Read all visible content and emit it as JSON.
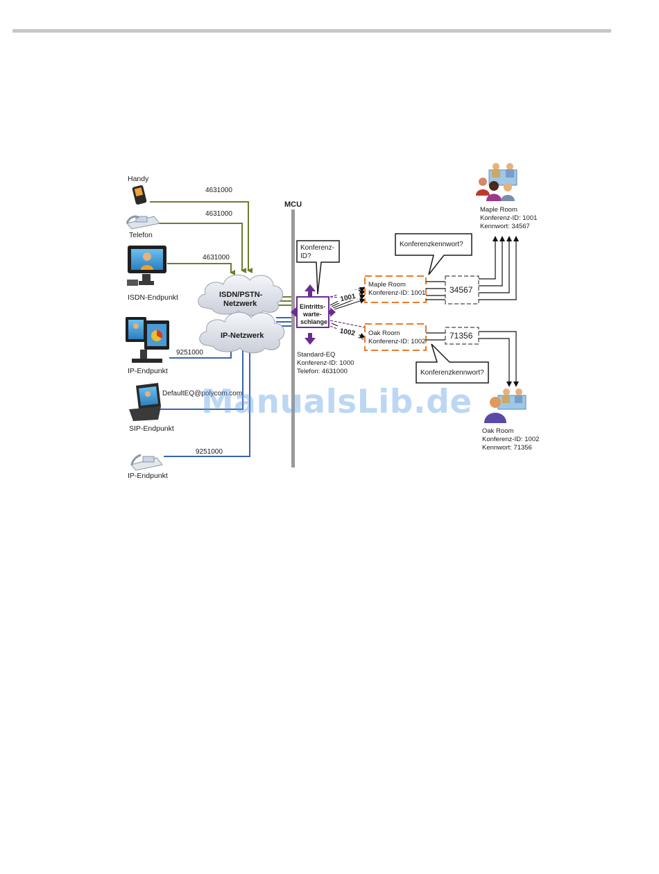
{
  "header": {
    "rule": true
  },
  "devices": {
    "handy": "Handy",
    "telefon": "Telefon",
    "isdn_endpunkt": "ISDN-Endpunkt",
    "ip_endpunkt_1": "IP-Endpunkt",
    "sip_endpunkt": "SIP-Endpunkt",
    "ip_endpunkt_2": "IP-Endpunkt"
  },
  "dial_numbers": {
    "handy": "4631000",
    "telefon": "4631000",
    "isdn": "4631000",
    "ip_1": "9251000",
    "sip": "DefaultEQ@polycom.com",
    "ip_2": "9251000"
  },
  "networks": {
    "isdn_line1": "ISDN/PSTN-",
    "isdn_line2": "Netzwerk",
    "ip": "IP-Netzwerk"
  },
  "mcu": {
    "label": "MCU"
  },
  "callout_conf_id": {
    "line1": "Konferenz-",
    "line2": "ID?"
  },
  "queue": {
    "line1": "Eintritts-",
    "line2": "warte-",
    "line3": "schlange"
  },
  "default_eq": {
    "line1": "Standard-EQ",
    "line2": "Konferenz-ID: 1000",
    "line3": "Telefon: 4631000"
  },
  "route_tags": {
    "maple": "1001",
    "oak": "1002"
  },
  "maple": {
    "box_line1": "Maple Room",
    "box_line2": "Konferenz-ID: 1001",
    "password_box": "34567",
    "prompt": "Konferenzkennwort?",
    "room_name": "Maple Room",
    "room_id": "Konferenz-ID: 1001",
    "room_pw": "Kennwort: 34567"
  },
  "oak": {
    "box_line1": "Oak Room",
    "box_line2": "Konferenz-ID: 1002",
    "password_box": "71356",
    "prompt": "Konferenzkennwort?",
    "room_name": "Oak Room",
    "room_id": "Konferenz-ID: 1002",
    "room_pw": "Kennwort: 71356"
  },
  "watermark": "ManualsLib.de",
  "colors": {
    "isdn_line": "#6b7d2f",
    "ip_line": "#3a63b0",
    "queue_purple": "#6a2c91",
    "room_orange": "#e87a2a",
    "mcu_bar": "#9a9a9a"
  }
}
